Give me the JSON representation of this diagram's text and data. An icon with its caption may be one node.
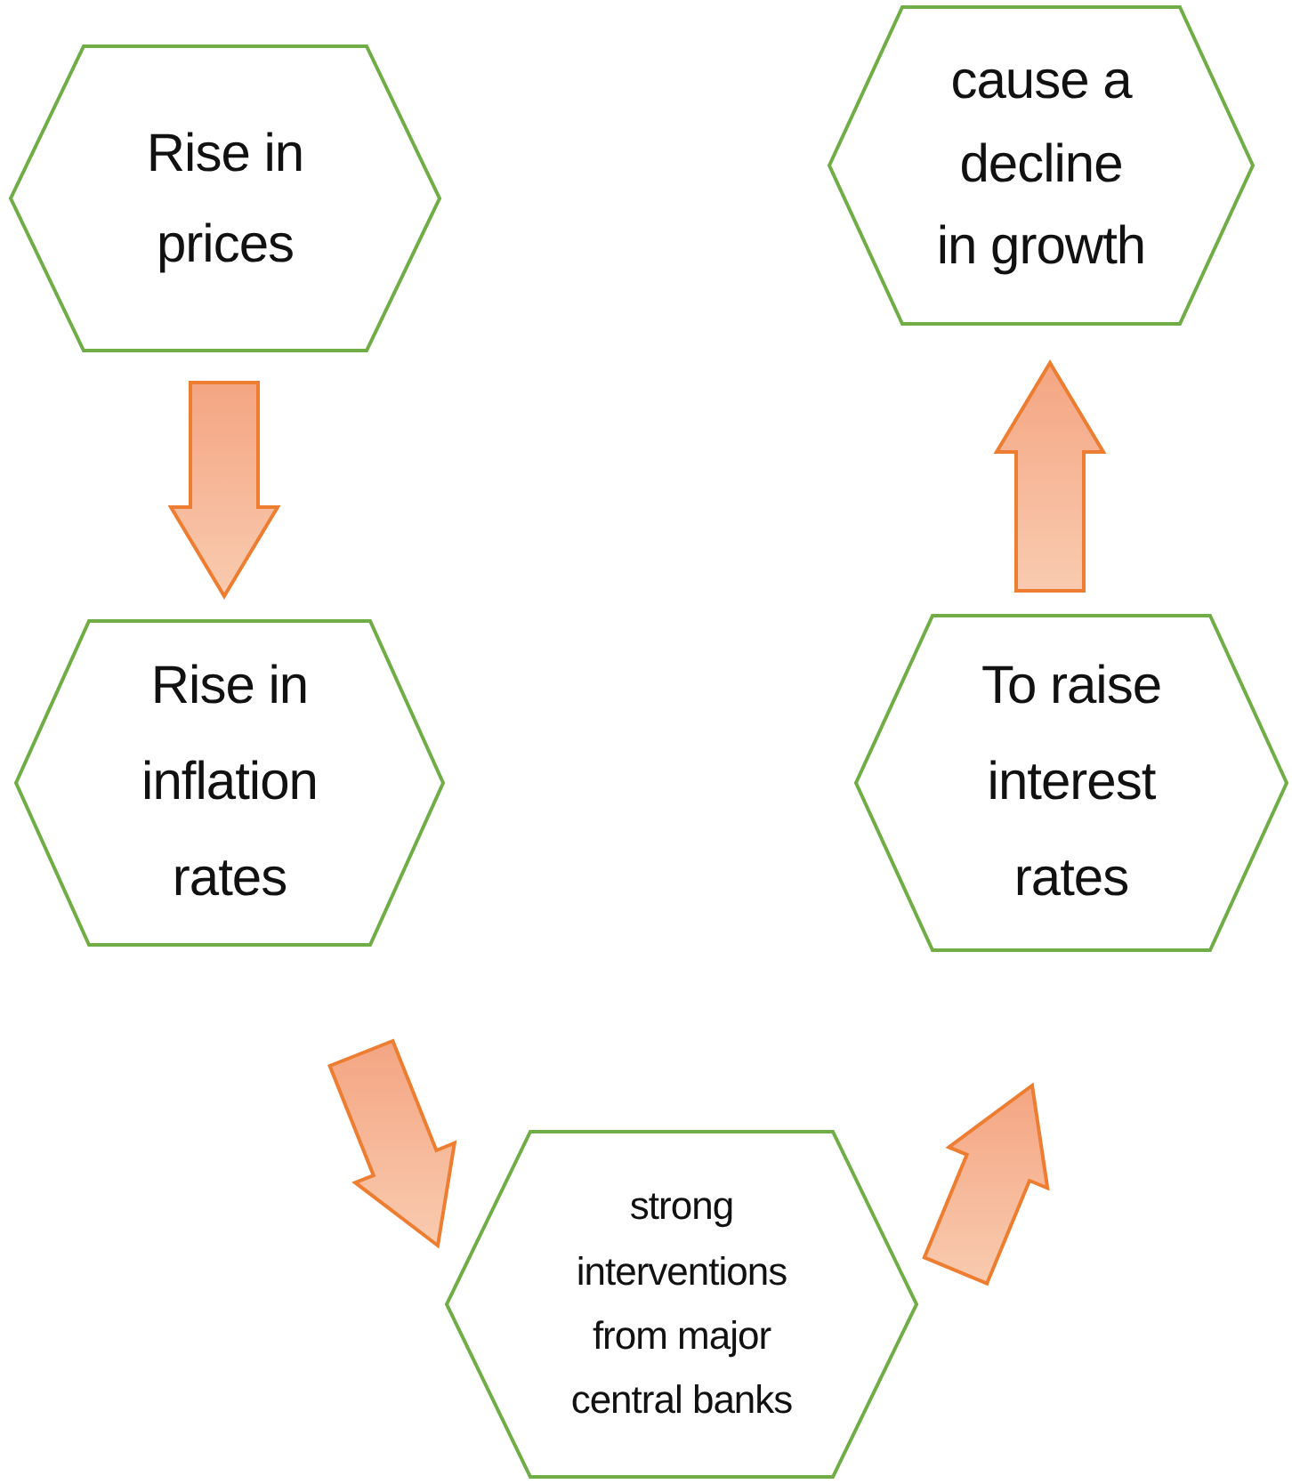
{
  "diagram": {
    "nodes": [
      {
        "text": [
          "Rise in prices"
        ]
      },
      {
        "text": [
          "Rise in inflation rates"
        ]
      },
      {
        "text": [
          "strong interventions from major central banks"
        ]
      },
      {
        "text": [
          "To raise interest rates"
        ]
      },
      {
        "text": [
          "cause a decline in growth"
        ]
      }
    ],
    "edges": [
      {
        "from": 0,
        "to": 1,
        "arrow": "to"
      },
      {
        "from": 1,
        "to": 2,
        "arrow": "to"
      },
      {
        "from": 2,
        "to": 3,
        "arrow": "to"
      },
      {
        "from": 3,
        "to": 4,
        "arrow": "to"
      }
    ]
  }
}
